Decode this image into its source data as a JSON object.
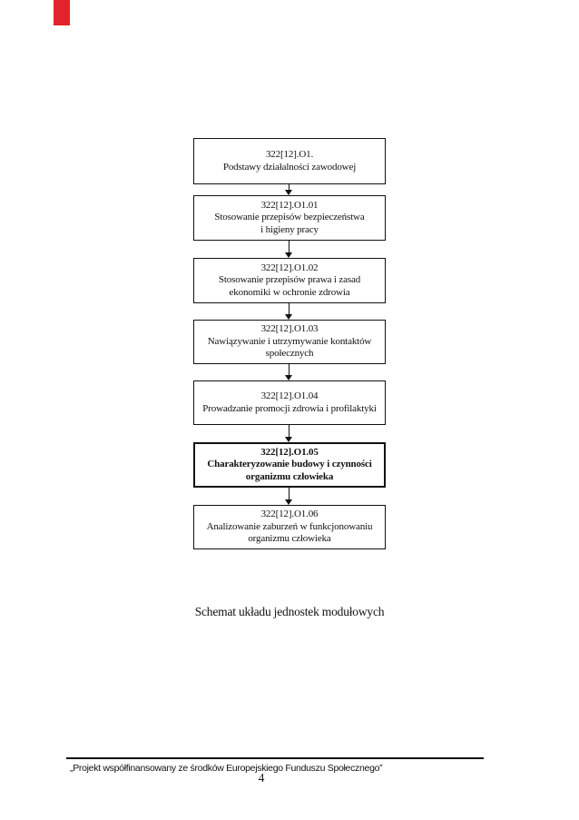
{
  "page": {
    "marker_color": "#e2232b",
    "ink_color": "#111111"
  },
  "flowchart": {
    "boxes": [
      {
        "code": "322[12].O1.",
        "label": "Podstawy działalności zawodowej",
        "highlighted": false
      },
      {
        "code": "322[12].O1.01",
        "label": "Stosowanie przepisów bezpieczeństwa\ni higieny pracy",
        "highlighted": false
      },
      {
        "code": "322[12].O1.02",
        "label": "Stosowanie przepisów prawa i zasad\nekonomiki  w ochronie zdrowia",
        "highlighted": false
      },
      {
        "code": "322[12].O1.03",
        "label": "Nawiązywanie i utrzymywanie kontaktów\nspołecznych",
        "highlighted": false
      },
      {
        "code": "322[12].O1.04",
        "label": "Prowadzanie promocji zdrowia i profilaktyki",
        "highlighted": false
      },
      {
        "code": "322[12].O1.05",
        "label": "Charakteryzowanie budowy i czynności\norganizmu człowieka",
        "highlighted": true
      },
      {
        "code": "322[12].O1.06",
        "label": "Analizowanie zaburzeń w funkcjonowaniu\norganizmu człowieka",
        "highlighted": false
      }
    ],
    "caption": "Schemat układu jednostek modułowych"
  },
  "footer": {
    "text": "„Projekt współfinansowany ze środków Europejskiego Funduszu Społecznego”",
    "page_number": "4"
  }
}
